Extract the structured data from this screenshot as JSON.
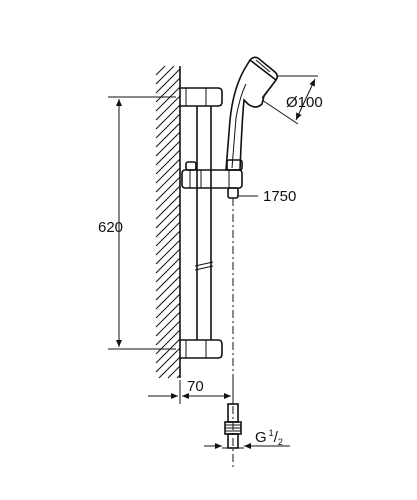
{
  "dimensions": {
    "height_label": "620",
    "hose_label": "1750",
    "diameter_label": "Ø100",
    "offset_label": "70",
    "thread_label_main": "G",
    "thread_label_fraction_num": "1",
    "thread_label_fraction_den": "2"
  }
}
